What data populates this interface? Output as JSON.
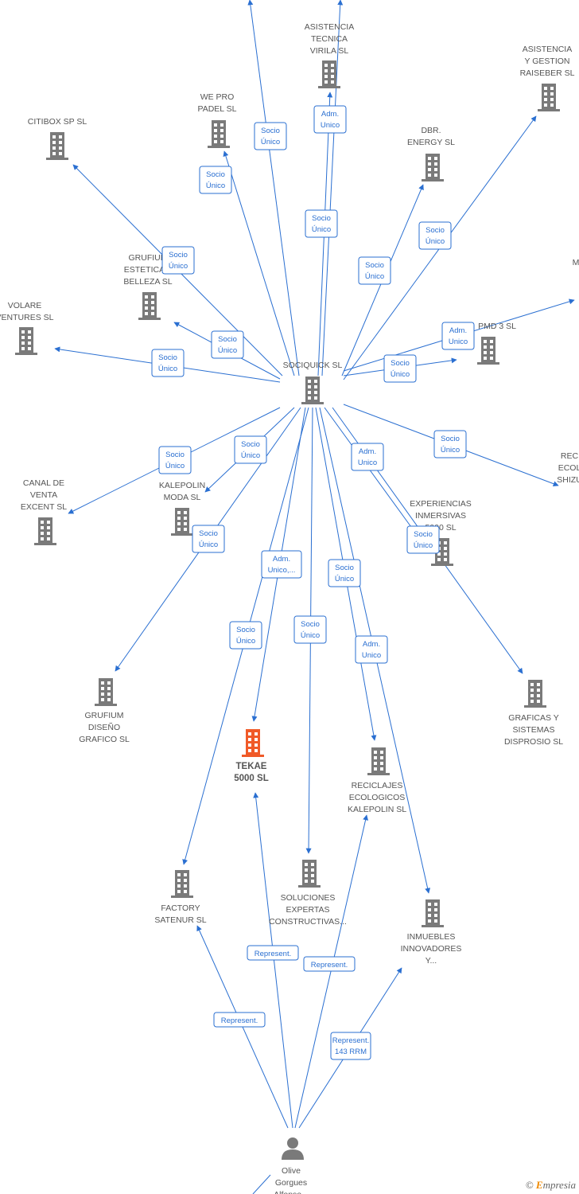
{
  "colors": {
    "edge": "#2a6fd1",
    "building": "#7a7a7a",
    "focus": "#f05a28",
    "person": "#7a7a7a"
  },
  "nodes": [
    {
      "id": "socio",
      "type": "company",
      "label": [
        "SOCIQUICK  SL"
      ]
    },
    {
      "id": "tekae",
      "type": "company",
      "label": [
        "TEKAE",
        "5000  SL"
      ],
      "focus": true
    },
    {
      "id": "person",
      "type": "person",
      "label": [
        "Olive",
        "Gorgues",
        "Alfonso..."
      ]
    },
    {
      "id": "asistencia_tecnica",
      "type": "company",
      "label": [
        "ASISTENCIA",
        "TECNICA",
        "VIRILA  SL"
      ]
    },
    {
      "id": "asistencia_gestion",
      "type": "company",
      "label": [
        "ASISTENCIA",
        "Y GESTION",
        "RAISEBER  SL"
      ]
    },
    {
      "id": "wepro",
      "type": "company",
      "label": [
        "WE PRO",
        "PADEL  SL"
      ]
    },
    {
      "id": "citibox",
      "type": "company",
      "label": [
        "CITIBOX SP  SL"
      ]
    },
    {
      "id": "dbr",
      "type": "company",
      "label": [
        "DBR.",
        "ENERGY  SL"
      ]
    },
    {
      "id": "grufium_estetica",
      "type": "company",
      "label": [
        "GRUFIUM",
        "ESTETICA Y",
        "BELLEZA  SL"
      ]
    },
    {
      "id": "volare",
      "type": "company",
      "label": [
        "VOLARE",
        "VENTURES  SL"
      ]
    },
    {
      "id": "pmd3",
      "type": "company",
      "label": [
        "PMD 3  SL"
      ]
    },
    {
      "id": "canal",
      "type": "company",
      "label": [
        "CANAL DE",
        "VENTA",
        "EXCENT  SL"
      ]
    },
    {
      "id": "kalepolin_moda",
      "type": "company",
      "label": [
        "KALEPOLIN",
        "MODA  SL"
      ]
    },
    {
      "id": "experiencias",
      "type": "company",
      "label": [
        "EXPERIENCIAS",
        "INMERSIVAS",
        "5000  SL"
      ]
    },
    {
      "id": "grufium_diseno",
      "type": "company",
      "label": [
        "GRUFIUM",
        "DISEÑO",
        "GRAFICO  SL"
      ]
    },
    {
      "id": "graficas",
      "type": "company",
      "label": [
        "GRAFICAS Y",
        "SISTEMAS",
        "DISPROSIO  SL"
      ]
    },
    {
      "id": "reciclajes_kalepolin",
      "type": "company",
      "label": [
        "RECICLAJES",
        "ECOLOGICOS",
        "KALEPOLIN  SL"
      ]
    },
    {
      "id": "factory",
      "type": "company",
      "label": [
        "FACTORY",
        "SATENUR  SL"
      ]
    },
    {
      "id": "soluciones",
      "type": "company",
      "label": [
        "SOLUCIONES",
        "EXPERTAS",
        "CONSTRUCTIVAS..."
      ]
    },
    {
      "id": "inmuebles",
      "type": "company",
      "label": [
        "INMUEBLES",
        "INNOVADORES",
        "Y..."
      ]
    },
    {
      "id": "offscreen_m",
      "type": "company",
      "label": [
        "M"
      ]
    },
    {
      "id": "offscreen_rec",
      "type": "company",
      "label": [
        "REC",
        "ECOL",
        "SHIZU"
      ]
    }
  ],
  "edges": [
    {
      "from": "socio",
      "to": "asistencia_tecnica",
      "label": [
        "Adm.",
        "Unico"
      ]
    },
    {
      "from": "socio",
      "to": "asistencia_tecnica",
      "label": [
        "Socio",
        "Único"
      ]
    },
    {
      "from": "socio",
      "to": "wepro",
      "label": [
        "Socio",
        "Único"
      ]
    },
    {
      "from": "socio",
      "to": "wepro",
      "label": [
        "Socio",
        "Único"
      ]
    },
    {
      "from": "socio",
      "to": "dbr",
      "label": [
        "Socio",
        "Único"
      ]
    },
    {
      "from": "socio",
      "to": "asistencia_gestion",
      "label": [
        "Socio",
        "Único"
      ]
    },
    {
      "from": "socio",
      "to": "citibox",
      "label": [
        "Socio",
        "Único"
      ]
    },
    {
      "from": "socio",
      "to": "grufium_estetica",
      "label": [
        "Socio",
        "Único"
      ]
    },
    {
      "from": "socio",
      "to": "volare",
      "label": [
        "Socio",
        "Único"
      ]
    },
    {
      "from": "socio",
      "to": "pmd3",
      "label": [
        "Socio",
        "Único"
      ]
    },
    {
      "from": "socio",
      "to": "offscreen_m",
      "label": [
        "Adm.",
        "Unico"
      ]
    },
    {
      "from": "socio",
      "to": "offscreen_rec",
      "label": [
        "Socio",
        "Único"
      ]
    },
    {
      "from": "socio",
      "to": "canal",
      "label": [
        "Socio",
        "Único"
      ]
    },
    {
      "from": "socio",
      "to": "kalepolin_moda",
      "label": [
        "Socio",
        "Único"
      ]
    },
    {
      "from": "socio",
      "to": "experiencias",
      "label": [
        "Adm.",
        "Unico"
      ]
    },
    {
      "from": "socio",
      "to": "graficas",
      "label": [
        "Socio",
        "Único"
      ]
    },
    {
      "from": "socio",
      "to": "grufium_diseno",
      "label": [
        "Socio",
        "Único"
      ]
    },
    {
      "from": "socio",
      "to": "tekae",
      "label": [
        "Adm.",
        "Unico,..."
      ]
    },
    {
      "from": "socio",
      "to": "factory",
      "label": [
        "Socio",
        "Único"
      ]
    },
    {
      "from": "socio",
      "to": "soluciones",
      "label": [
        "Socio",
        "Único"
      ]
    },
    {
      "from": "socio",
      "to": "reciclajes_kalepolin",
      "label": [
        "Socio",
        "Único"
      ]
    },
    {
      "from": "socio",
      "to": "inmuebles",
      "label": [
        "Adm.",
        "Unico"
      ]
    },
    {
      "from": "person",
      "to": "tekae",
      "label": [
        "Represent."
      ]
    },
    {
      "from": "person",
      "to": "reciclajes_kalepolin",
      "label": [
        "Represent."
      ]
    },
    {
      "from": "person",
      "to": "factory",
      "label": [
        "Represent."
      ]
    },
    {
      "from": "person",
      "to": "inmuebles",
      "label": [
        "Represent.",
        "143 RRM"
      ]
    }
  ],
  "footer": {
    "copyright": "©",
    "brand_first": "E",
    "brand_rest": "mpresia"
  }
}
